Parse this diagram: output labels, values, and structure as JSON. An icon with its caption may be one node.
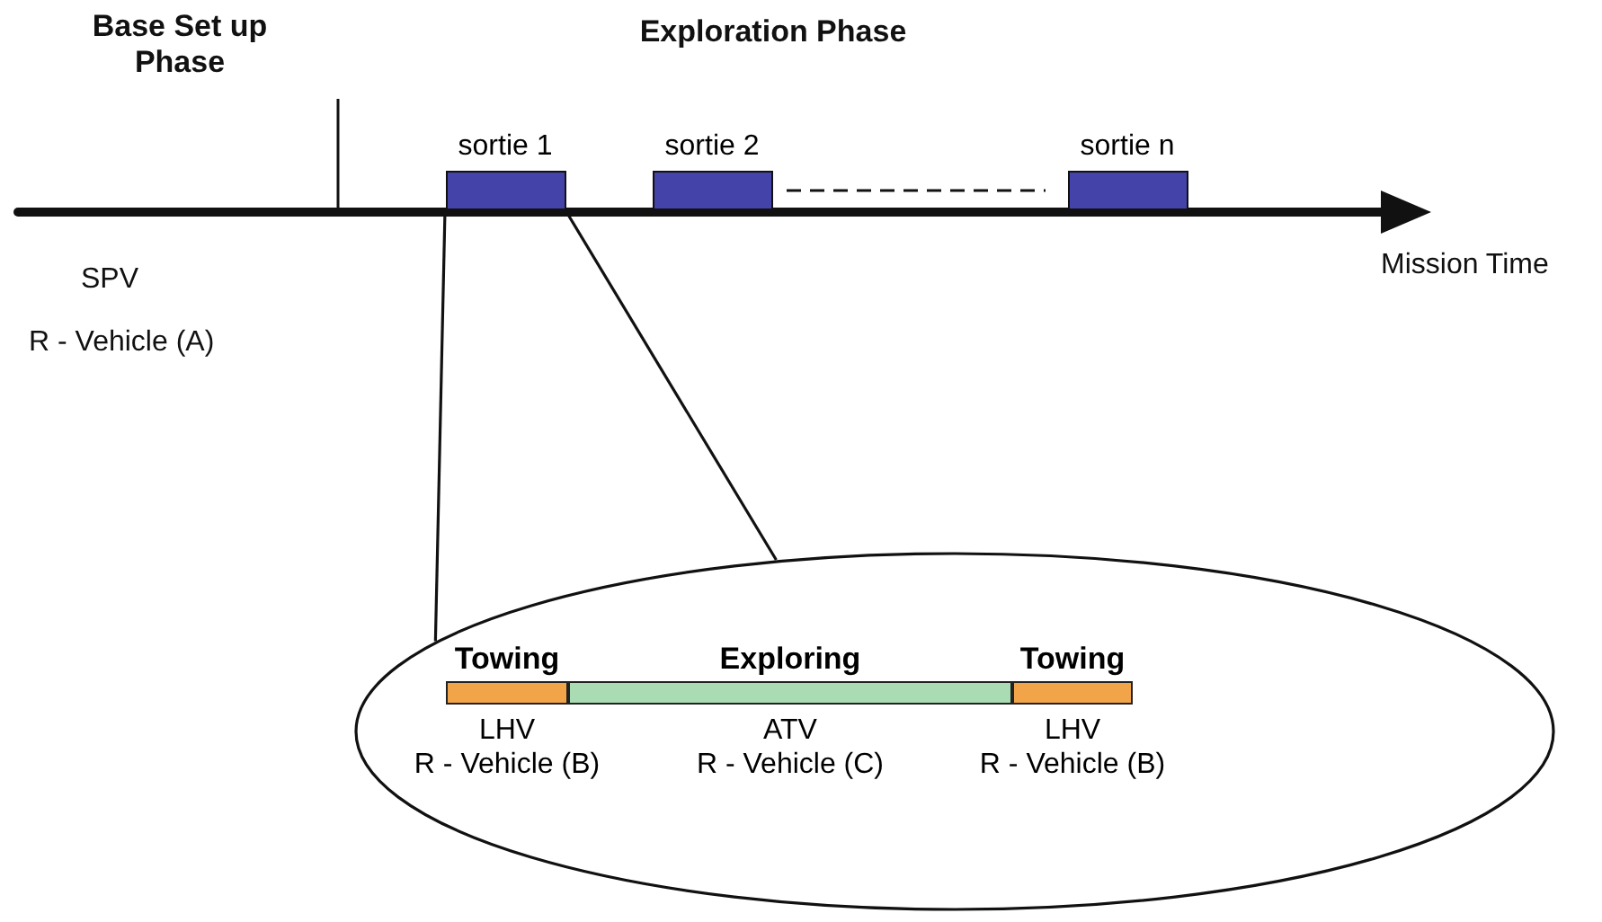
{
  "diagram": {
    "nodes": [
      {
        "text": [
          "sortie 1"
        ]
      },
      {
        "text": [
          "sortie 2"
        ]
      },
      {
        "text": [
          "sortie n"
        ]
      },
      {
        "text": [],
        "shape": "ellipse"
      },
      {
        "text": [
          "Towing",
          "LHV",
          "R - Vehicle (B)"
        ],
        "in": 3
      },
      {
        "text": [
          "Exploring",
          "ATV",
          "R - Vehicle (C)"
        ],
        "in": 3
      },
      {
        "text": [
          "Towing",
          "LHV",
          "R - Vehicle (B)"
        ],
        "in": 3
      }
    ],
    "edges": [
      {
        "from": 0,
        "to": 3,
        "arrow": "none"
      },
      {
        "from": 0,
        "to": 3,
        "arrow": "none"
      },
      {
        "from": 1,
        "to": 2,
        "arrow": "none",
        "style": "dashed"
      }
    ],
    "labels": [
      "Base Set up Phase",
      "Exploration Phase",
      "Mission Time",
      "SPV",
      "R - Vehicle (A)"
    ]
  }
}
